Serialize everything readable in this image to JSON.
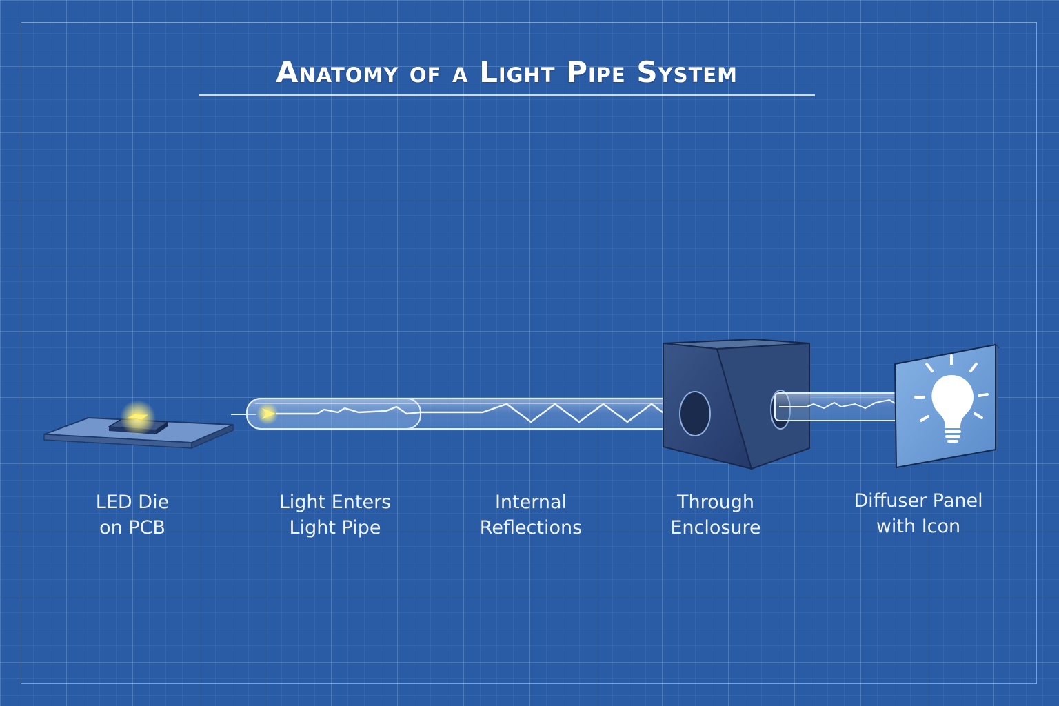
{
  "title": "Anatomy of a Light Pipe System",
  "steps": [
    {
      "line1": "LED Die",
      "line2": "on PCB"
    },
    {
      "line1": "Light Enters",
      "line2": "Light Pipe"
    },
    {
      "line1": "Internal",
      "line2": "Reflections"
    },
    {
      "line1": "Through",
      "line2": "Enclosure"
    },
    {
      "line1": "Diffuser Panel",
      "line2": "with Icon"
    }
  ],
  "colors": {
    "background": "#2a5ba5",
    "led_glow": "#fff27a",
    "enclosure": "#2f4a78",
    "diffuser": "#6fa0d6"
  },
  "icons": [
    "led-die-icon",
    "light-bulb-icon"
  ]
}
